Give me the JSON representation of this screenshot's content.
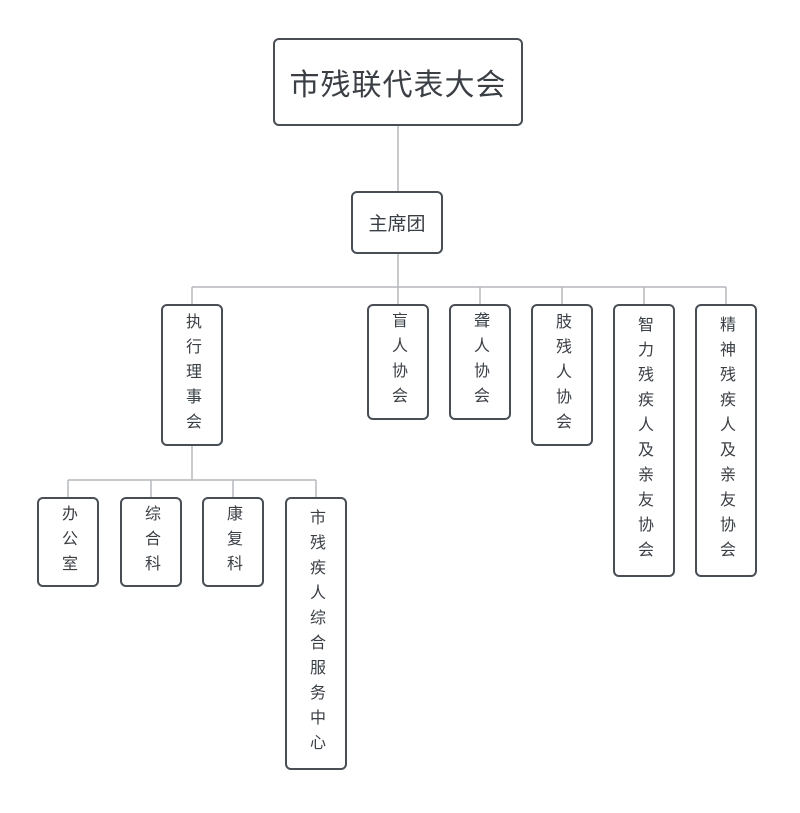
{
  "root": {
    "label": "市残联代表大会"
  },
  "presidium": {
    "label": "主席团"
  },
  "executive_council": {
    "label": "执行理事会"
  },
  "associations": [
    {
      "label": "盲人协会"
    },
    {
      "label": "聋人协会"
    },
    {
      "label": "肢残人协会"
    },
    {
      "label": "智力残疾人及亲友协会"
    },
    {
      "label": "精神残疾人及亲友协会"
    }
  ],
  "departments": [
    {
      "label": "办公室"
    },
    {
      "label": "综合科"
    },
    {
      "label": "康复科"
    },
    {
      "label": "市残疾人综合服务中心"
    }
  ]
}
